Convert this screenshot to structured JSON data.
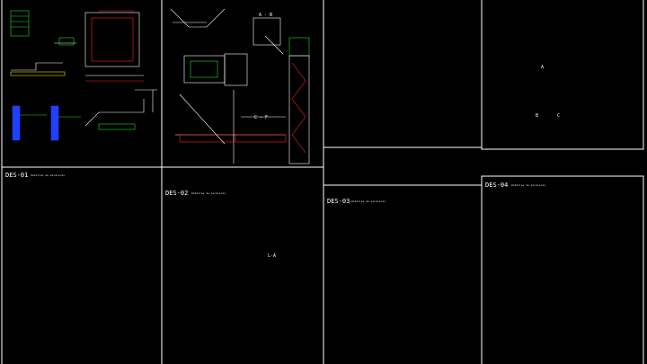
{
  "sheets": [
    {
      "code": "DES-01",
      "subtitle": "Detalles de escaleras"
    },
    {
      "code": "DES-02",
      "subtitle": "Detalles de escaleras"
    },
    {
      "code": "DES-03",
      "subtitle": "Detalles de escaleras"
    },
    {
      "code": "DES-04",
      "subtitle": "Detalles de escaleras"
    }
  ],
  "section_labels": [
    "A - B",
    "C - F",
    "A",
    "B",
    "C",
    "L-A"
  ],
  "colors": {
    "background": "#000000",
    "line": "#ffffff",
    "accent_red": "#ff2020",
    "accent_green": "#20e020",
    "accent_cyan": "#20e0e0",
    "accent_yellow": "#e0e020",
    "accent_blue": "#2040ff"
  }
}
